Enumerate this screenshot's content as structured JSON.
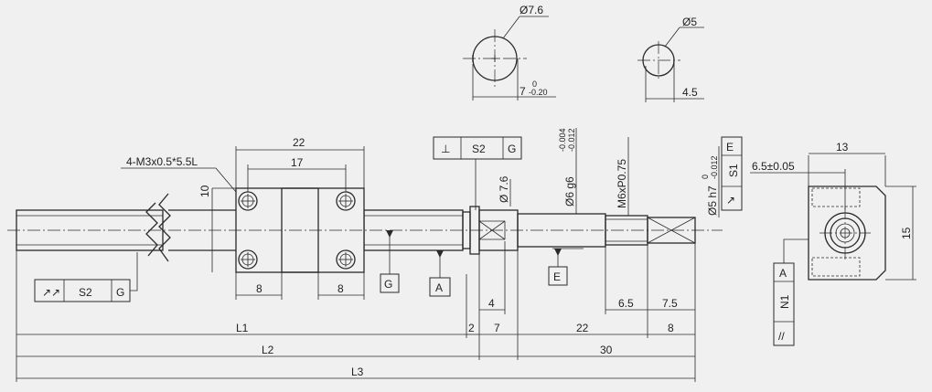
{
  "dimensions": {
    "d7_6": "Ø7.6",
    "d5": "Ø5",
    "tol7": "7",
    "tol7_upper": "0",
    "tol7_lower": "-0.20",
    "w4_5": "4.5",
    "w22_top": "22",
    "w17": "17",
    "thread_note": "4-M3x0.5*5.5L",
    "h10": "10",
    "w8_left": "8",
    "w8_right": "8",
    "d7_6_shaft": "Ø 7.6",
    "d6_g6": "Ø6 g6",
    "d6_upper": "-0.004",
    "d6_lower": "-0.012",
    "m6": "M6xP0.75",
    "d5_h7": "Ø5 h7",
    "d5_upper": "0",
    "d5_lower": "-0.012",
    "w13": "13",
    "w6_5_tol": "6.5±0.05",
    "h15": "15",
    "w4": "4",
    "w6_5": "6.5",
    "w7_5": "7.5",
    "L1": "L1",
    "w2": "2",
    "w7": "7",
    "w22_bottom": "22",
    "w8_bottom": "8",
    "L2": "L2",
    "w30": "30",
    "L3": "L3"
  },
  "frames": {
    "perp_symbol": "⊥",
    "perp_value": "S2",
    "perp_datum": "G",
    "runout_left_value": "S2",
    "runout_left_datum": "G",
    "runout_right_datum": "E",
    "runout_right_value": "S1",
    "parallel_symbol": "//",
    "parallel_value": "N1",
    "parallel_datum": "A"
  },
  "datums": {
    "G": "G",
    "A": "A",
    "E": "E"
  }
}
